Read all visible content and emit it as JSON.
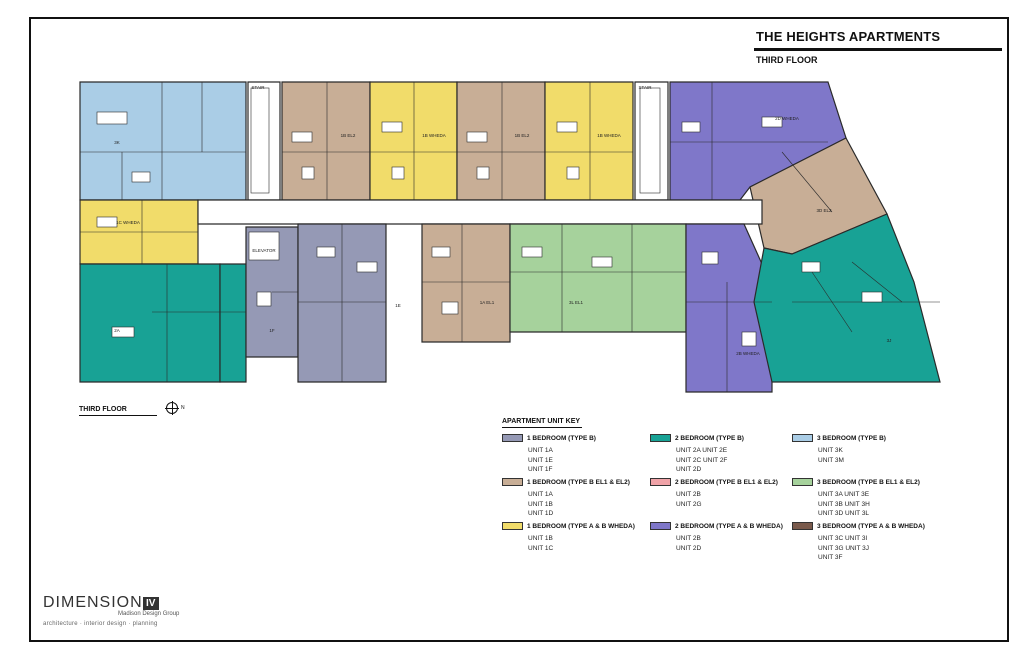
{
  "sheet": {
    "title": "THE HEIGHTS APARTMENTS",
    "subtitle": "THIRD FLOOR"
  },
  "plan": {
    "floor_label": "THIRD FLOOR",
    "north_marker": "N",
    "colors": {
      "one_bed_b": "#9599b5",
      "one_bed_b_el": "#c8ae96",
      "one_bed_ab_wheda": "#f1dc6a",
      "two_bed_b": "#18a295",
      "two_bed_b_el": "#f0a3a8",
      "two_bed_ab_wheda": "#7f77c9",
      "three_bed_b": "#aacde6",
      "three_bed_b_el": "#a6d29c",
      "three_bed_ab_wheda": "#7a5a4c",
      "corridor": "#ffffff",
      "stair": "#ffffff",
      "wall": "#2a2a2a"
    },
    "room_labels": [
      "3K",
      "1B EL2",
      "1B WHEDA",
      "1B EL2",
      "1B WHEDA",
      "2D WHEDA",
      "1C WHEDA",
      "3D EL2",
      "ELEVATOR",
      "STAIR",
      "STAIR",
      "2A",
      "1F",
      "1E",
      "1A EL1",
      "3L EL1",
      "2B WHEDA",
      "3J"
    ]
  },
  "key": {
    "title": "APARTMENT UNIT KEY",
    "categories": [
      {
        "label": "1 BEDROOM (TYPE B)",
        "color": "#9599b5",
        "units": [
          "UNIT 1A",
          "UNIT 1E",
          "UNIT 1F"
        ]
      },
      {
        "label": "2 BEDROOM (TYPE B)",
        "color": "#18a295",
        "units": [
          "UNIT 2A   UNIT 2E",
          "UNIT 2C   UNIT 2F",
          "UNIT 2D"
        ]
      },
      {
        "label": "3 BEDROOM (TYPE B)",
        "color": "#aacde6",
        "units": [
          "UNIT 3K",
          "UNIT 3M"
        ]
      },
      {
        "label": "1 BEDROOM (TYPE B EL1 & EL2)",
        "color": "#c8ae96",
        "units": [
          "UNIT 1A",
          "UNIT 1B",
          "UNIT 1D"
        ]
      },
      {
        "label": "2 BEDROOM (TYPE B EL1 & EL2)",
        "color": "#f0a3a8",
        "units": [
          "UNIT 2B",
          "UNIT 2G"
        ]
      },
      {
        "label": "3 BEDROOM (TYPE B EL1 & EL2)",
        "color": "#a6d29c",
        "units": [
          "UNIT 3A   UNIT 3E",
          "UNIT 3B   UNIT 3H",
          "UNIT 3D   UNIT 3L"
        ]
      },
      {
        "label": "1 BEDROOM (TYPE A & B WHEDA)",
        "color": "#f1dc6a",
        "units": [
          "UNIT 1B",
          "UNIT 1C"
        ]
      },
      {
        "label": "2 BEDROOM (TYPE A & B WHEDA)",
        "color": "#7f77c9",
        "units": [
          "UNIT 2B",
          "UNIT 2D"
        ]
      },
      {
        "label": "3 BEDROOM (TYPE A & B WHEDA)",
        "color": "#7a5a4c",
        "units": [
          "UNIT 3C   UNIT 3I",
          "UNIT 3G   UNIT 3J",
          "UNIT 3F"
        ]
      }
    ]
  },
  "firm": {
    "name": "DIMENSION",
    "mark": "IV",
    "sub": "Madison Design Group",
    "tagline": "architecture · interior design · planning"
  }
}
